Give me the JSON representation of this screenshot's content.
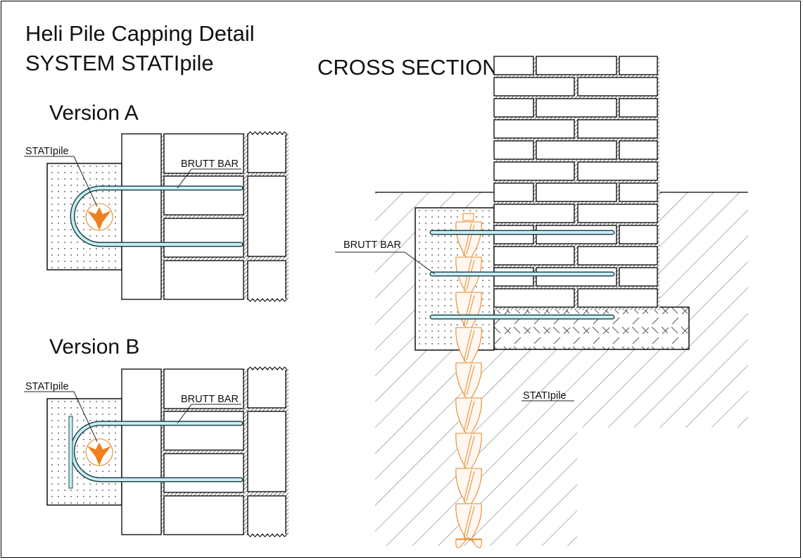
{
  "title": {
    "line1": "Heli Pile Capping Detail",
    "line2": "SYSTEM STATIpile"
  },
  "versions": [
    {
      "heading": "Version A",
      "pile_label": "STATIpile",
      "bar_label": "BRUTT BAR",
      "has_vertical_bar": false
    },
    {
      "heading": "Version B",
      "pile_label": "STATIpile",
      "bar_label": "BRUTT BAR",
      "has_vertical_bar": true
    }
  ],
  "cross_section": {
    "heading": "CROSS SECTION",
    "bar_label": "BRUTT BAR",
    "pile_label": "STATIpile",
    "bar_count": 3
  },
  "colors": {
    "pile_orange": "#f07f1d",
    "pile_outline": "#e58b2c",
    "bar_fill": "#c8eef3",
    "bar_stroke": "#24474f",
    "line": "#000000"
  }
}
